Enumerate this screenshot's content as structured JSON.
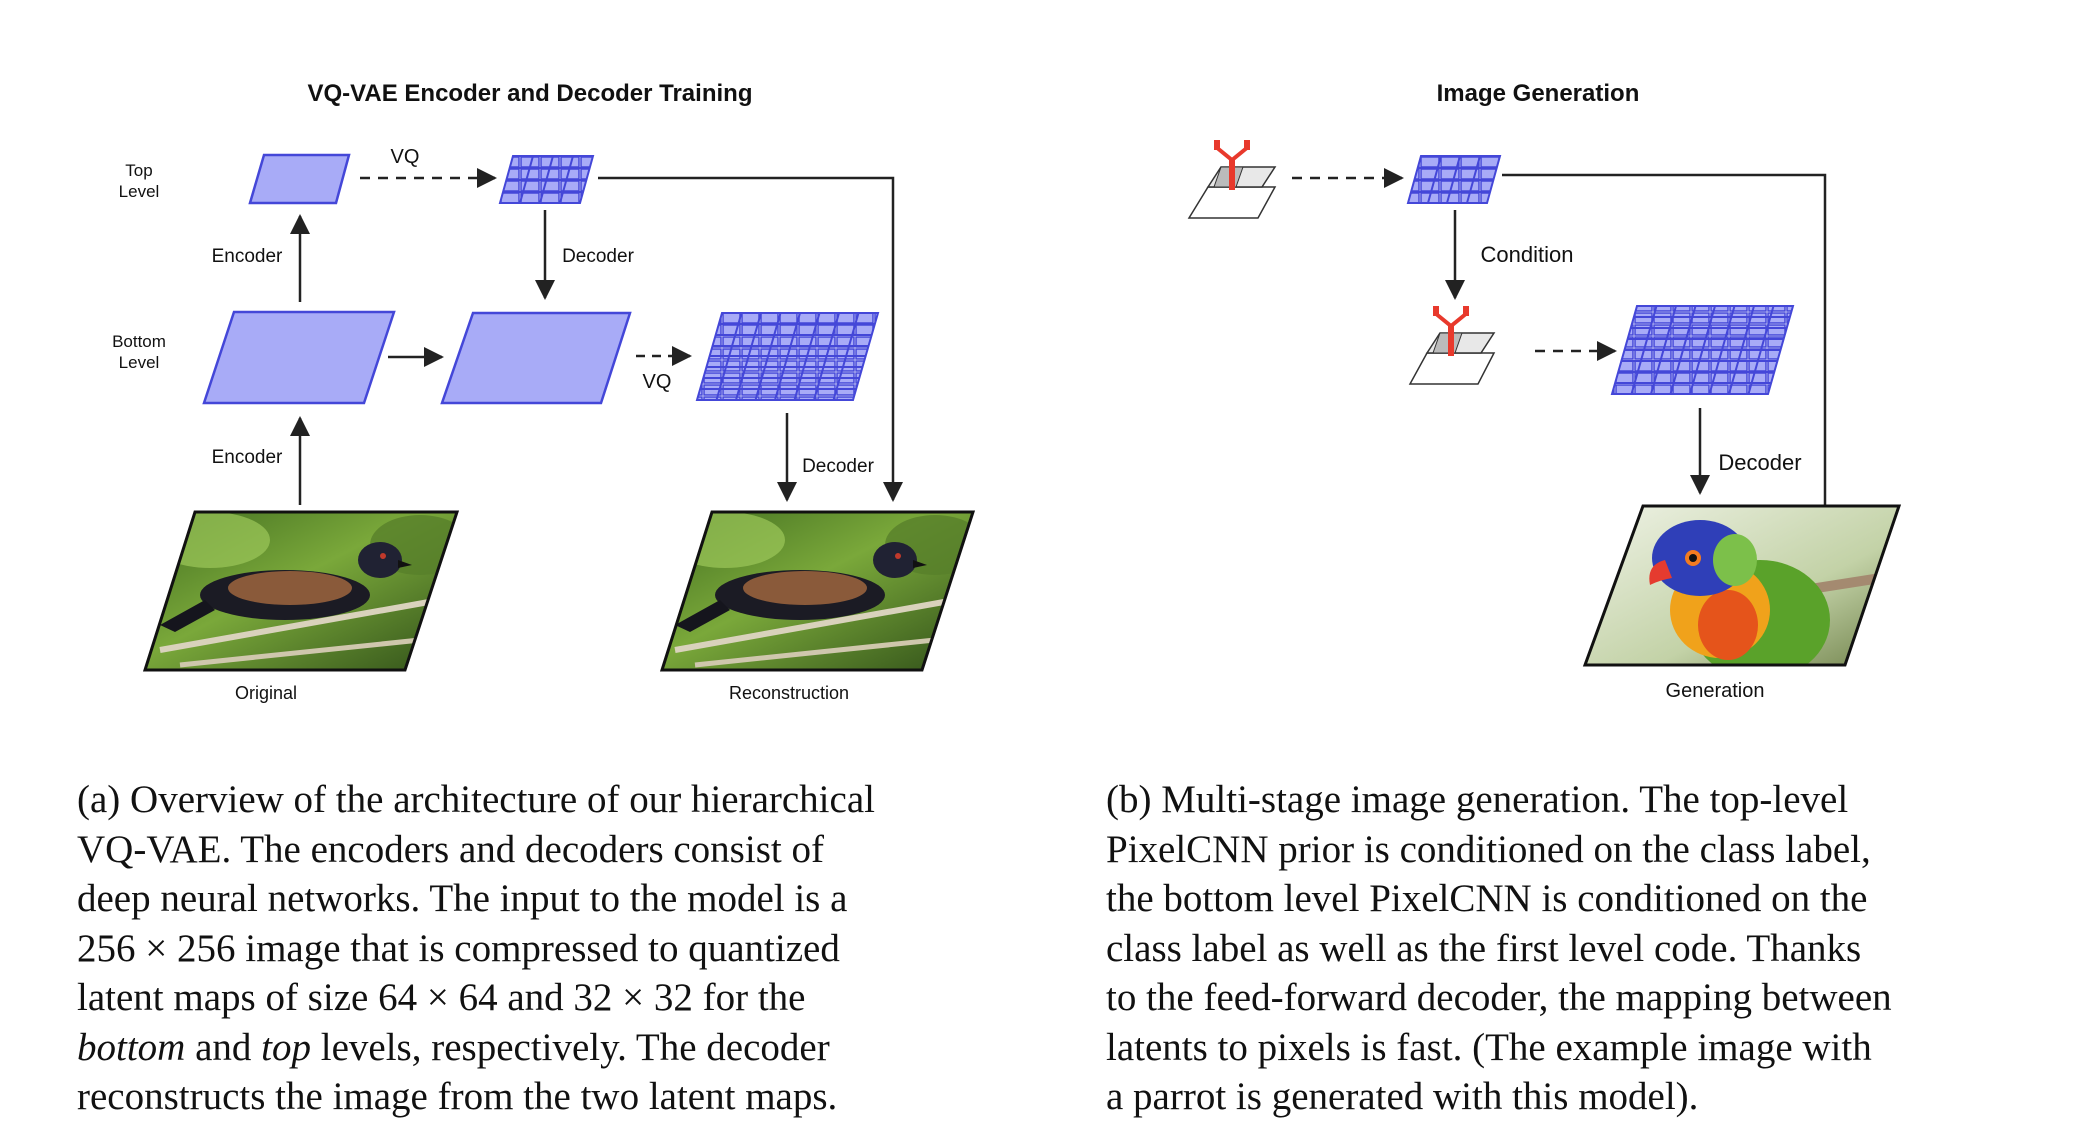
{
  "panel_a": {
    "title": "VQ-VAE Encoder and Decoder Training",
    "labels": {
      "top_level": [
        "Top",
        "Level"
      ],
      "bottom_level": [
        "Bottom",
        "Level"
      ],
      "vq_top": "VQ",
      "vq_bottom": "VQ",
      "encoder_upper": "Encoder",
      "encoder_lower": "Encoder",
      "decoder_mid": "Decoder",
      "decoder_bottom": "Decoder",
      "original": "Original",
      "reconstruction": "Reconstruction"
    }
  },
  "panel_b": {
    "title": "Image Generation",
    "labels": {
      "condition": "Condition",
      "decoder": "Decoder",
      "generation": "Generation"
    }
  },
  "captions": {
    "a": [
      "(a) Overview of the architecture of our hierarchical",
      "VQ-VAE. The encoders and decoders consist of",
      "deep neural networks. The input to the model is a",
      "256 × 256 image that is compressed to quantized",
      "latent maps of size 64 × 64 and 32 × 32 for the",
      [
        "bottom",
        " and ",
        "top",
        " levels, respectively. The decoder"
      ],
      "reconstructs the image from the two latent maps."
    ],
    "b": [
      "(b) Multi-stage image generation. The top-level",
      "PixelCNN prior is conditioned on the class label,",
      "the bottom level PixelCNN is conditioned on the",
      "class label as well as the first level code. Thanks",
      "to the feed-forward decoder, the mapping between",
      "latents to pixels is fast. (The example image with",
      "a parrot is generated with this model)."
    ]
  },
  "colors": {
    "latent_fill": "#a8abf7",
    "latent_stroke": "#4447d8",
    "arrow": "#222222",
    "pixelcnn_red": "#e8392c"
  }
}
